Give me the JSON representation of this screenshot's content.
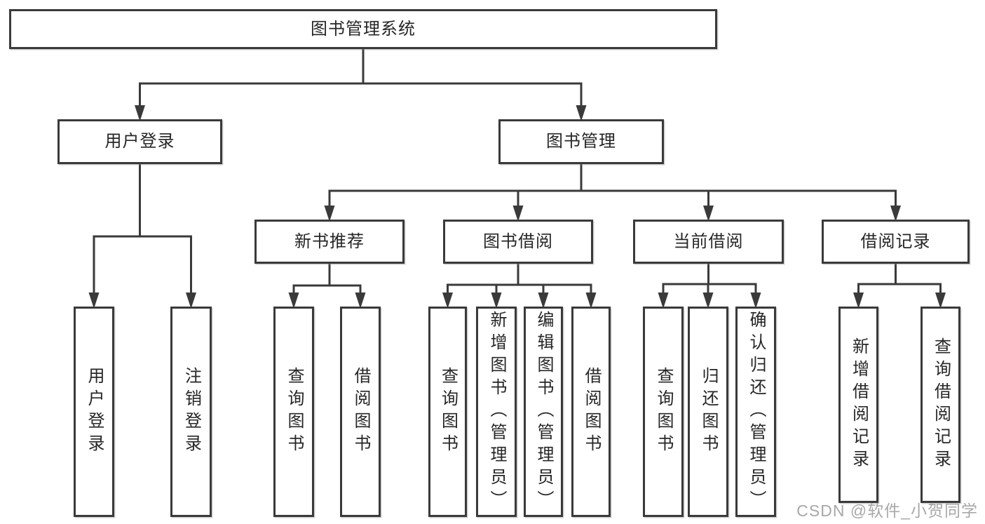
{
  "diagram_title": "图书管理系统",
  "nodes": [
    {
      "id": "root",
      "label": "图书管理系统",
      "parent": null
    },
    {
      "id": "user-login",
      "label": "用户登录",
      "parent": "root"
    },
    {
      "id": "book-mgmt",
      "label": "图书管理",
      "parent": "root"
    },
    {
      "id": "new-book-rec",
      "label": "新书推荐",
      "parent": "book-mgmt"
    },
    {
      "id": "book-borrow",
      "label": "图书借阅",
      "parent": "book-mgmt"
    },
    {
      "id": "current-borrow",
      "label": "当前借阅",
      "parent": "book-mgmt"
    },
    {
      "id": "borrow-records",
      "label": "借阅记录",
      "parent": "book-mgmt"
    },
    {
      "id": "user-login-leaf",
      "label": "用户登录",
      "parent": "user-login"
    },
    {
      "id": "logout-leaf",
      "label": "注销登录",
      "parent": "user-login"
    },
    {
      "id": "query-books-new",
      "label": "查询图书",
      "parent": "new-book-rec"
    },
    {
      "id": "borrow-books-new",
      "label": "借阅图书",
      "parent": "new-book-rec"
    },
    {
      "id": "query-books-borrow",
      "label": "查询图书",
      "parent": "book-borrow"
    },
    {
      "id": "add-books-admin",
      "label": "新增图书（管理员）",
      "parent": "book-borrow"
    },
    {
      "id": "edit-books-admin",
      "label": "编辑图书（管理员）",
      "parent": "book-borrow"
    },
    {
      "id": "borrow-books",
      "label": "借阅图书",
      "parent": "book-borrow"
    },
    {
      "id": "query-books-current",
      "label": "查询图书",
      "parent": "current-borrow"
    },
    {
      "id": "return-books",
      "label": "归还图书",
      "parent": "current-borrow"
    },
    {
      "id": "confirm-return-admin",
      "label": "确认归还（管理员）",
      "parent": "current-borrow"
    },
    {
      "id": "add-borrow-record",
      "label": "新增借阅记录",
      "parent": "borrow-records"
    },
    {
      "id": "query-borrow-record",
      "label": "查询借阅记录",
      "parent": "borrow-records"
    }
  ],
  "watermark": "CSDN @软件_小贺同学",
  "colors": {
    "line": "#3a3a3a",
    "text": "#262626",
    "watermark": "#a8a8a8",
    "background": "#ffffff"
  }
}
